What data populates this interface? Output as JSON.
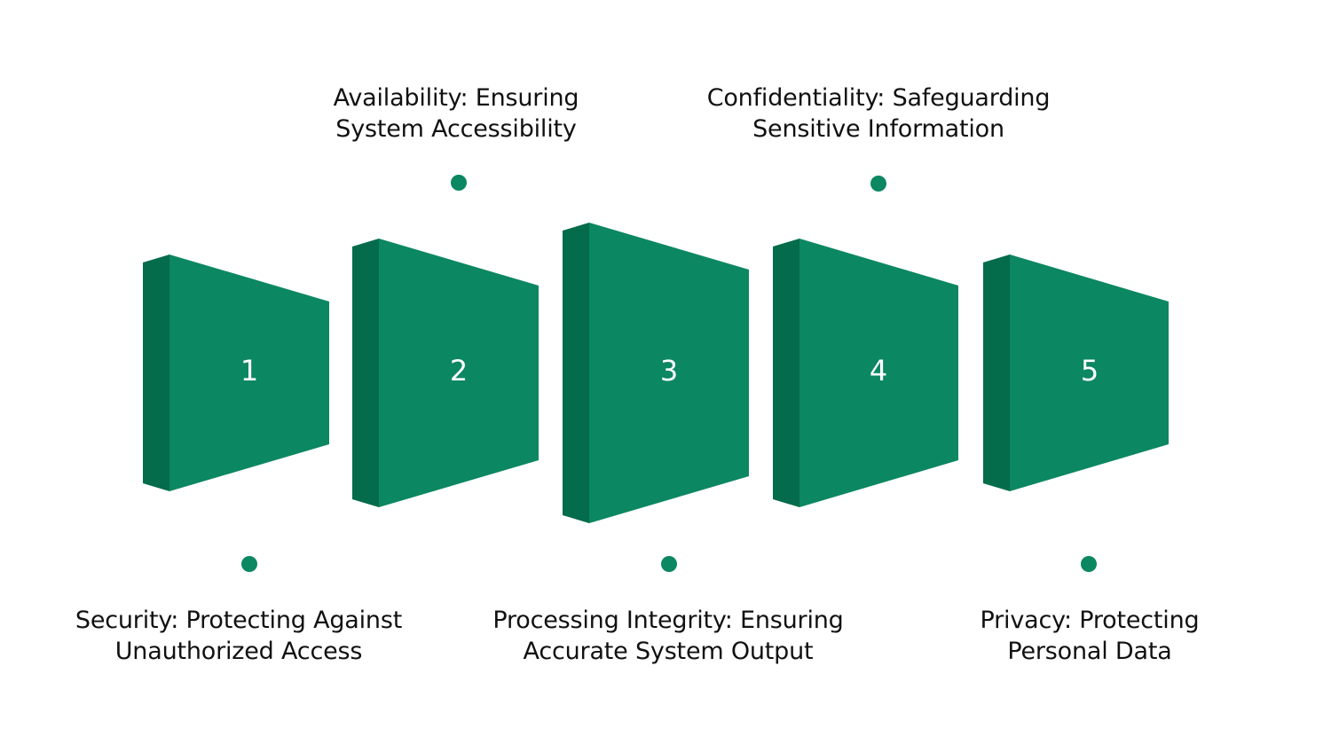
{
  "colors": {
    "front": "#0b8761",
    "side": "#046b4b",
    "dot": "#0b8761",
    "text": "#111111"
  },
  "steps": [
    {
      "number": "1",
      "label_line1": "Security: Protecting Against",
      "label_line2": "Unauthorized Access",
      "label_position": "below"
    },
    {
      "number": "2",
      "label_line1": "Availability: Ensuring",
      "label_line2": "System Accessibility",
      "label_position": "above"
    },
    {
      "number": "3",
      "label_line1": "Processing Integrity: Ensuring",
      "label_line2": "Accurate System Output",
      "label_position": "below"
    },
    {
      "number": "4",
      "label_line1": "Confidentiality: Safeguarding",
      "label_line2": "Sensitive Information",
      "label_position": "above"
    },
    {
      "number": "5",
      "label_line1": "Privacy: Protecting",
      "label_line2": "Personal Data",
      "label_position": "below"
    }
  ]
}
